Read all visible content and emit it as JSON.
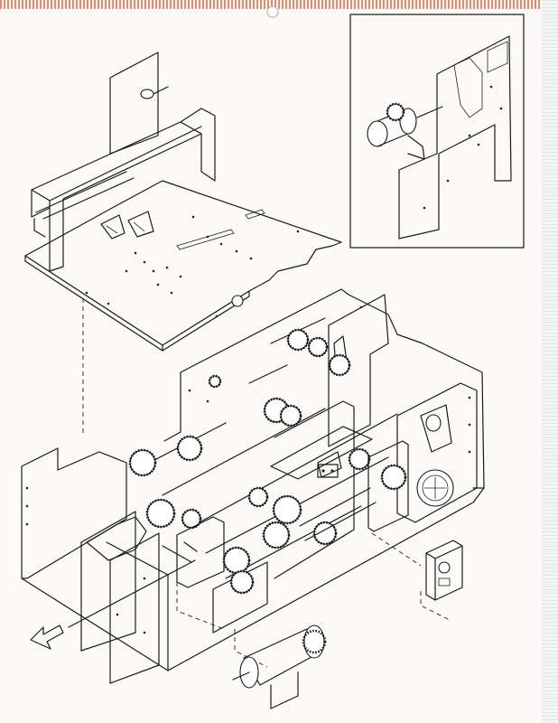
{
  "sheet": {
    "kind": "exploded isometric mechanical assembly drawing",
    "paper_color": "#fbfaf7",
    "ink_color": "#1a1a1a",
    "border_color": "#e4704a"
  },
  "components": [
    "top-plate-assembly",
    "detail-inset-side-plate-with-motor",
    "main-frame-chassis",
    "gear-train-shafts",
    "control-box",
    "drive-motor",
    "switch-module"
  ],
  "icons": {
    "direction_arrow": "hollow-arrow-left-down"
  }
}
